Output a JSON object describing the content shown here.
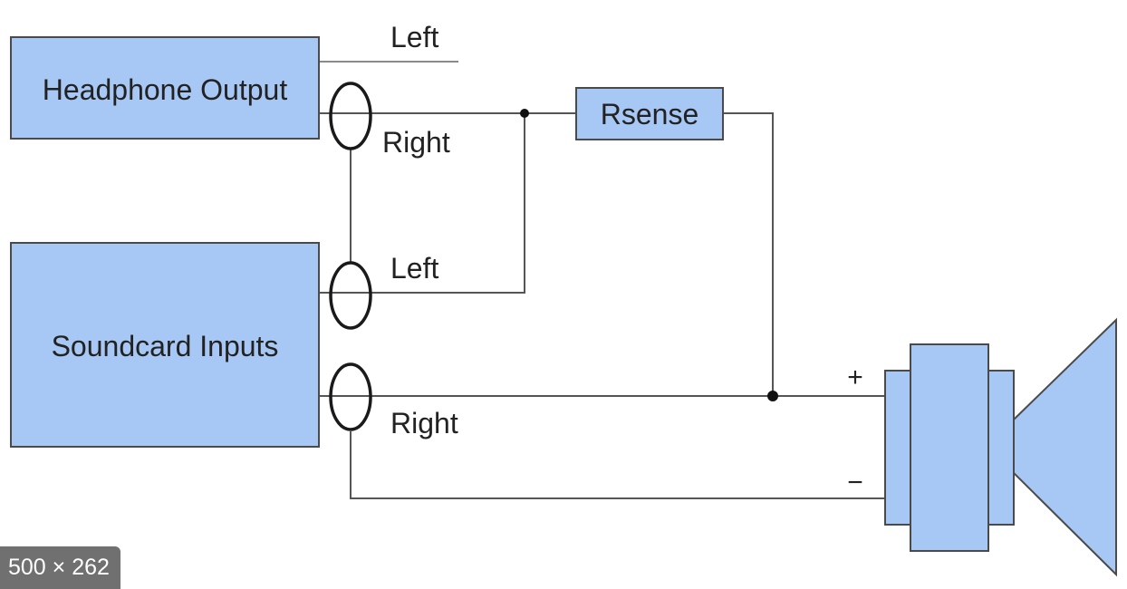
{
  "blocks": {
    "headphone_output": "Headphone Output",
    "soundcard_inputs": "Soundcard Inputs",
    "rsense": "Rsense"
  },
  "channel_labels": {
    "headphone_left": "Left",
    "headphone_right": "Right",
    "soundcard_left": "Left",
    "soundcard_right": "Right"
  },
  "speaker_terminals": {
    "positive": "+",
    "negative": "−"
  },
  "image_size_badge": "500 × 262",
  "colors": {
    "block_fill": "#a7c8f5",
    "block_stroke": "#4a4a4a",
    "wire": "#555555"
  }
}
